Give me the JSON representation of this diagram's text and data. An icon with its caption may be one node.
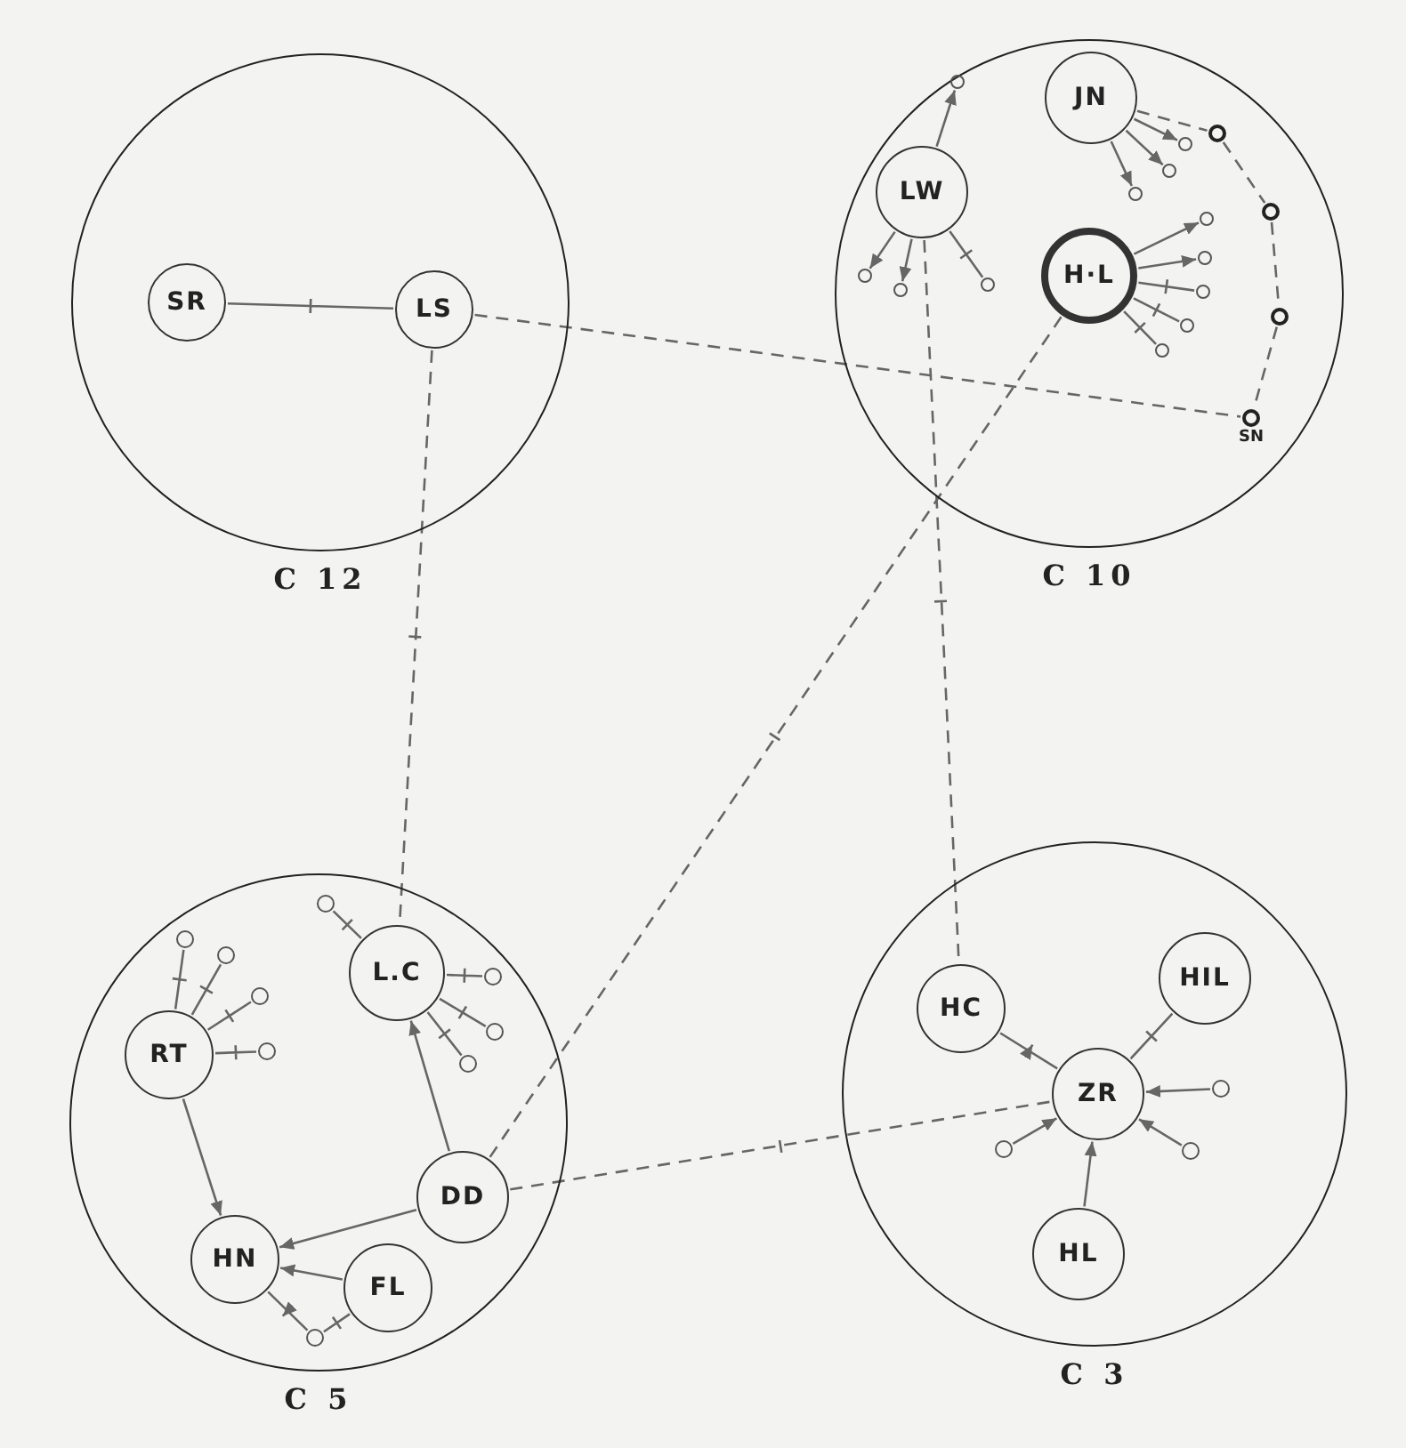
{
  "diagram": {
    "nodes": [
      {
        "text": [
          "C 12"
        ]
      },
      {
        "text": [
          "SR"
        ],
        "in": 0
      },
      {
        "text": [
          "LS"
        ],
        "in": 0
      },
      {
        "text": [
          "C 10"
        ]
      },
      {
        "text": [
          "LW"
        ],
        "in": 3
      },
      {
        "text": [
          "JN"
        ],
        "in": 3
      },
      {
        "text": [
          "H·L"
        ],
        "in": 3
      },
      {
        "text": [],
        "shape": "circle",
        "in": 3
      },
      {
        "text": [],
        "shape": "circle",
        "in": 3
      },
      {
        "text": [],
        "shape": "circle",
        "in": 3
      },
      {
        "text": [],
        "shape": "circle",
        "in": 3
      },
      {
        "text": [],
        "shape": "circle",
        "in": 3
      },
      {
        "text": [],
        "shape": "circle",
        "in": 3
      },
      {
        "text": [],
        "shape": "circle",
        "in": 3
      },
      {
        "text": [],
        "shape": "circle",
        "in": 3
      },
      {
        "text": [],
        "shape": "circle",
        "in": 3
      },
      {
        "text": [],
        "shape": "circle",
        "in": 3
      },
      {
        "text": [],
        "shape": "circle",
        "in": 3
      },
      {
        "text": [],
        "shape": "circle",
        "in": 3
      },
      {
        "text": [],
        "shape": "circle",
        "in": 3
      },
      {
        "text": [],
        "shape": "circle",
        "in": 3
      },
      {
        "text": [],
        "shape": "circle",
        "in": 3
      },
      {
        "text": [
          "SN"
        ],
        "in": 3
      },
      {
        "text": [
          "C 5"
        ]
      },
      {
        "text": [
          "RT"
        ],
        "in": 23
      },
      {
        "text": [
          "L.C"
        ],
        "in": 23
      },
      {
        "text": [
          "DD"
        ],
        "in": 23
      },
      {
        "text": [
          "HN"
        ],
        "in": 23
      },
      {
        "text": [
          "FL"
        ],
        "in": 23
      },
      {
        "text": [],
        "shape": "circle",
        "in": 23
      },
      {
        "text": [],
        "shape": "circle",
        "in": 23
      },
      {
        "text": [],
        "shape": "circle",
        "in": 23
      },
      {
        "text": [],
        "shape": "circle",
        "in": 23
      },
      {
        "text": [],
        "shape": "circle",
        "in": 23
      },
      {
        "text": [],
        "shape": "circle",
        "in": 23
      },
      {
        "text": [],
        "shape": "circle",
        "in": 23
      },
      {
        "text": [],
        "shape": "circle",
        "in": 23
      },
      {
        "text": [],
        "shape": "circle",
        "in": 23
      },
      {
        "text": [
          "C 3"
        ]
      },
      {
        "text": [
          "HC"
        ],
        "in": 38
      },
      {
        "text": [
          "HIL"
        ],
        "in": 38
      },
      {
        "text": [
          "ZR"
        ],
        "in": 38
      },
      {
        "text": [
          "HL"
        ],
        "in": 38
      },
      {
        "text": [],
        "shape": "circle",
        "in": 38
      },
      {
        "text": [],
        "shape": "circle",
        "in": 38
      },
      {
        "text": [],
        "shape": "circle",
        "in": 38
      }
    ],
    "edges": [
      {
        "from": 1,
        "to": 2,
        "arrow": "none"
      },
      {
        "from": 4,
        "to": 7,
        "arrow": "to"
      },
      {
        "from": 4,
        "to": 8,
        "arrow": "to"
      },
      {
        "from": 4,
        "to": 9,
        "arrow": "to"
      },
      {
        "from": 4,
        "to": 10,
        "arrow": "none"
      },
      {
        "from": 5,
        "to": 11,
        "arrow": "to"
      },
      {
        "from": 5,
        "to": 12,
        "arrow": "to"
      },
      {
        "from": 5,
        "to": 13,
        "arrow": "to"
      },
      {
        "from": 6,
        "to": 14,
        "arrow": "to"
      },
      {
        "from": 6,
        "to": 15,
        "arrow": "to"
      },
      {
        "from": 6,
        "to": 16,
        "arrow": "none"
      },
      {
        "from": 6,
        "to": 17,
        "arrow": "none"
      },
      {
        "from": 6,
        "to": 18,
        "arrow": "none"
      },
      {
        "from": 5,
        "to": 19,
        "arrow": "none",
        "style": "dashed"
      },
      {
        "from": 19,
        "to": 20,
        "arrow": "none",
        "style": "dashed"
      },
      {
        "from": 20,
        "to": 21,
        "arrow": "none",
        "style": "dashed"
      },
      {
        "from": 21,
        "to": 22,
        "arrow": "none",
        "style": "dashed"
      },
      {
        "from": 2,
        "to": 22,
        "arrow": "none",
        "style": "dashed"
      },
      {
        "from": 2,
        "to": 25,
        "arrow": "none",
        "style": "dashed"
      },
      {
        "from": 4,
        "to": 39,
        "arrow": "none",
        "style": "dashed"
      },
      {
        "from": 6,
        "to": 26,
        "arrow": "none",
        "style": "dashed"
      },
      {
        "from": 26,
        "to": 41,
        "arrow": "none",
        "style": "dashed"
      },
      {
        "from": 24,
        "to": 27,
        "arrow": "to"
      },
      {
        "from": 26,
        "to": 25,
        "arrow": "to"
      },
      {
        "from": 26,
        "to": 27,
        "arrow": "to"
      },
      {
        "from": 28,
        "to": 27,
        "arrow": "to"
      },
      {
        "from": 24,
        "to": 29,
        "arrow": "none"
      },
      {
        "from": 24,
        "to": 30,
        "arrow": "none"
      },
      {
        "from": 24,
        "to": 31,
        "arrow": "none"
      },
      {
        "from": 24,
        "to": 32,
        "arrow": "none"
      },
      {
        "from": 25,
        "to": 33,
        "arrow": "none"
      },
      {
        "from": 25,
        "to": 34,
        "arrow": "none"
      },
      {
        "from": 25,
        "to": 35,
        "arrow": "none"
      },
      {
        "from": 25,
        "to": 36,
        "arrow": "none"
      },
      {
        "from": 28,
        "to": 37,
        "arrow": "none"
      },
      {
        "from": 37,
        "to": 27,
        "arrow": "to"
      },
      {
        "from": 39,
        "to": 41,
        "arrow": "to"
      },
      {
        "from": 40,
        "to": 41,
        "arrow": "none"
      },
      {
        "from": 42,
        "to": 41,
        "arrow": "to"
      },
      {
        "from": 43,
        "to": 41,
        "arrow": "to"
      },
      {
        "from": 44,
        "to": 41,
        "arrow": "to"
      },
      {
        "from": 45,
        "to": 41,
        "arrow": "to"
      }
    ]
  }
}
